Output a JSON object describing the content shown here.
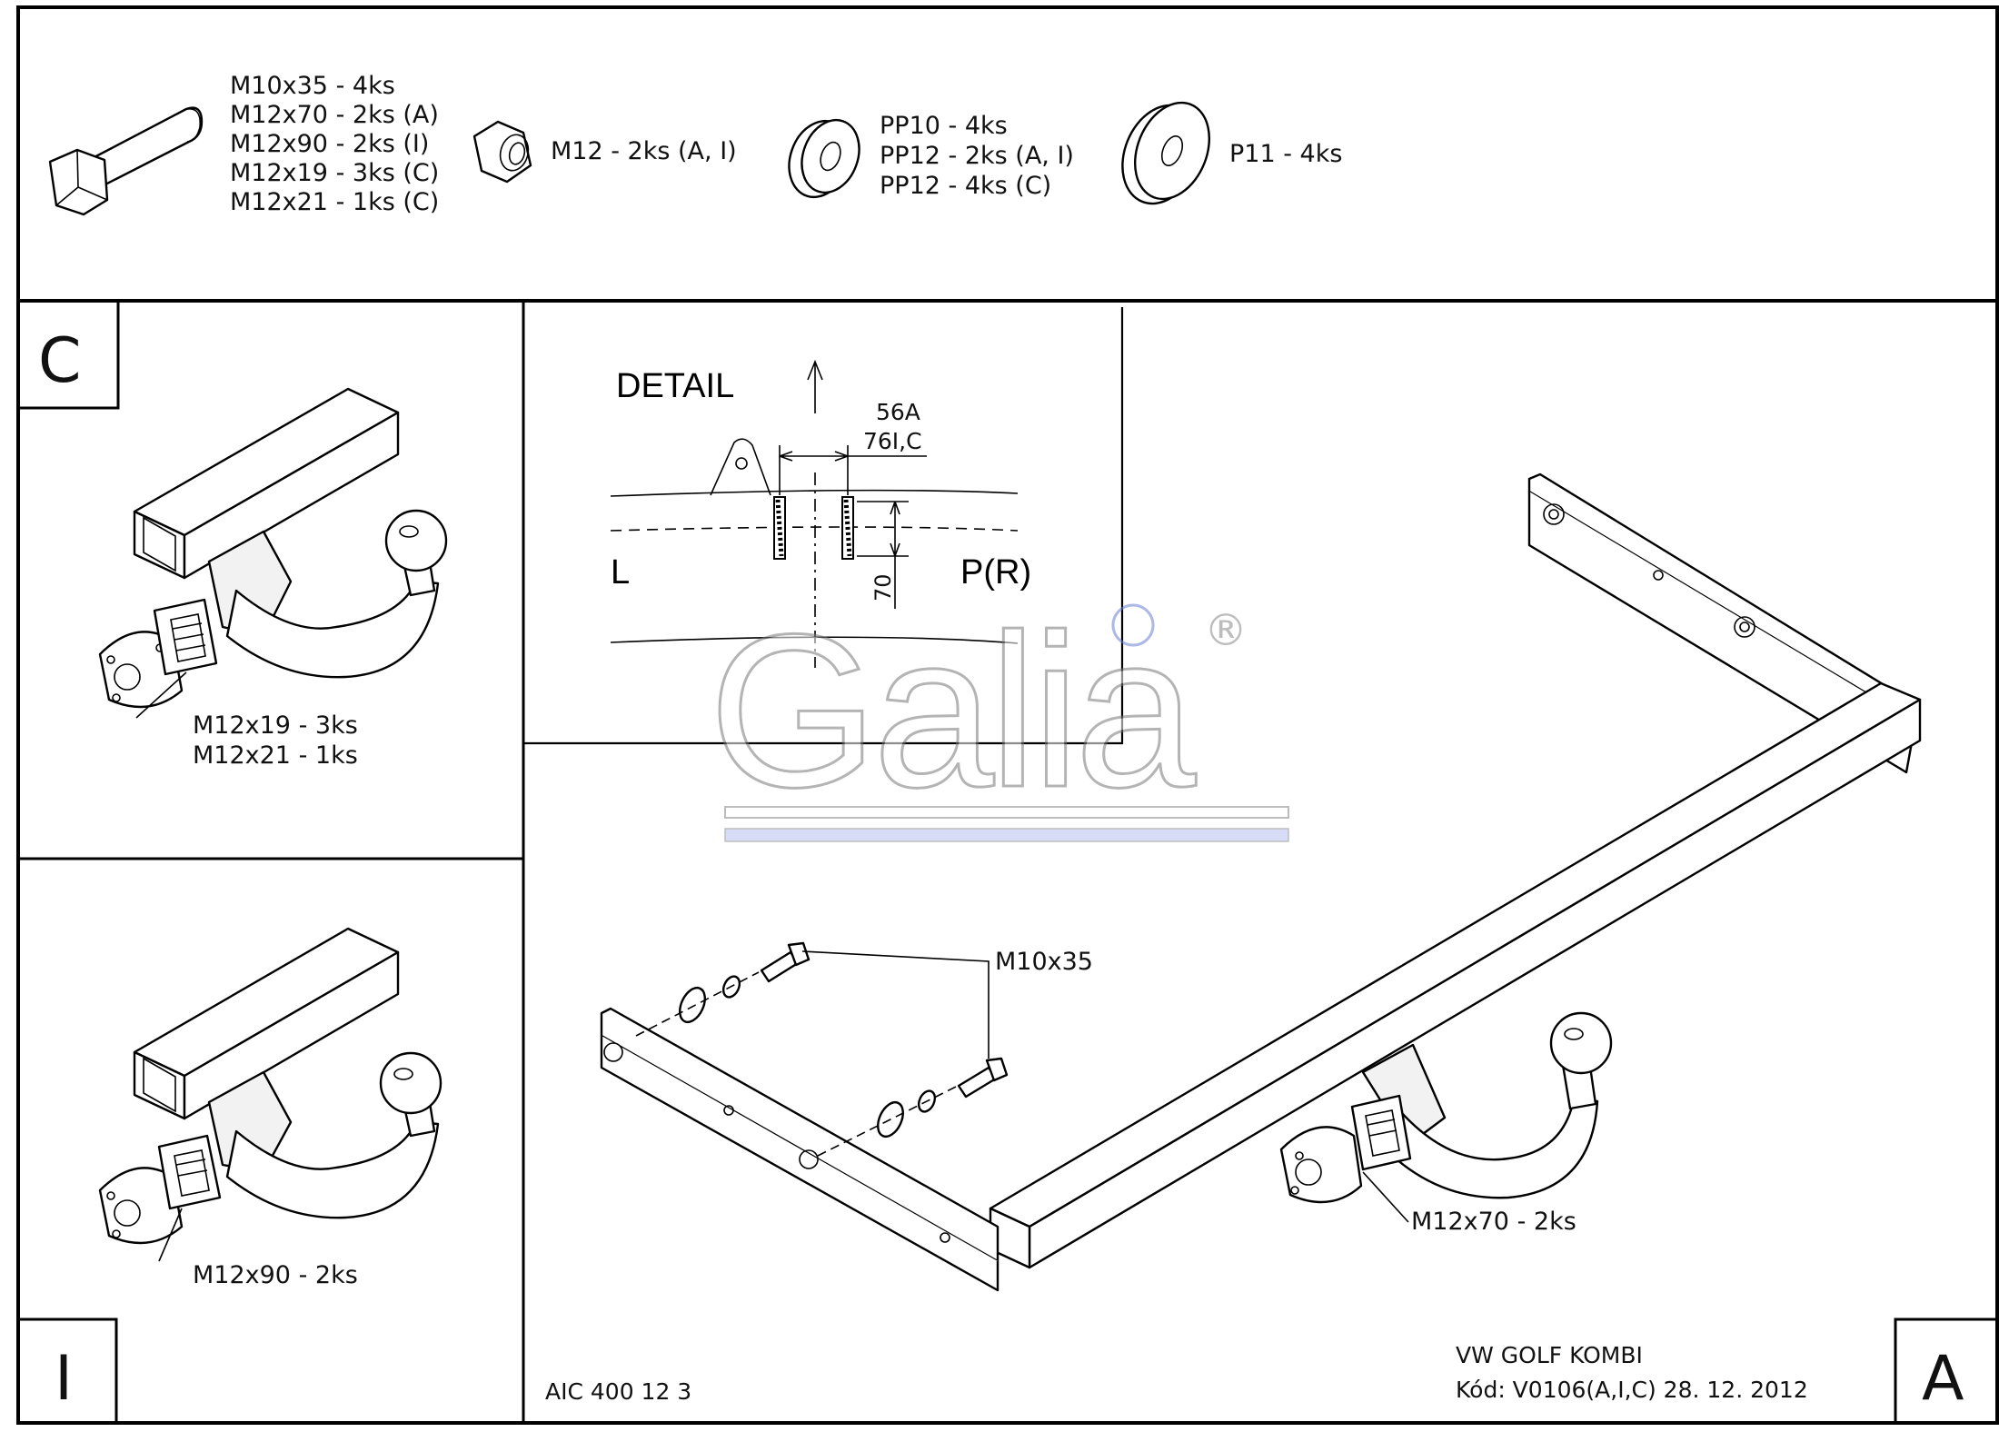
{
  "parts_header": {
    "bolt_list": [
      "M10x35 - 4ks",
      "M12x70 - 2ks (A)",
      "M12x90 - 2ks (I)",
      "M12x19 - 3ks (C)",
      "M12x21 - 1ks (C)"
    ],
    "nut_label": "M12 - 2ks (A, I)",
    "washer_list": [
      "PP10 - 4ks",
      "PP12 - 2ks (A, I)",
      "PP12 - 4ks (C)"
    ],
    "large_washer_label": "P11 - 4ks"
  },
  "panel_c": {
    "corner_letter": "C",
    "labels": [
      "M12x19 - 3ks",
      "M12x21 - 1ks"
    ]
  },
  "panel_i": {
    "corner_letter": "I",
    "labels": [
      "M12x90 - 2ks"
    ]
  },
  "detail": {
    "title": "DETAIL",
    "dim_top_1": "56A",
    "dim_top_2": "76I,C",
    "left_side": "L",
    "right_side": "P(R)",
    "dim_vertical": "70"
  },
  "watermark": {
    "brand": "Galia",
    "registered": "®"
  },
  "main": {
    "bolt_callout": "M10x35",
    "hitch_callout": "M12x70 - 2ks",
    "corner_letter": "A"
  },
  "footer": {
    "article_code": "AIC 400 12 3",
    "vehicle": "VW GOLF KOMBI",
    "code_date": "Kód: V0106(A,I,C)  28. 12. 2012"
  }
}
